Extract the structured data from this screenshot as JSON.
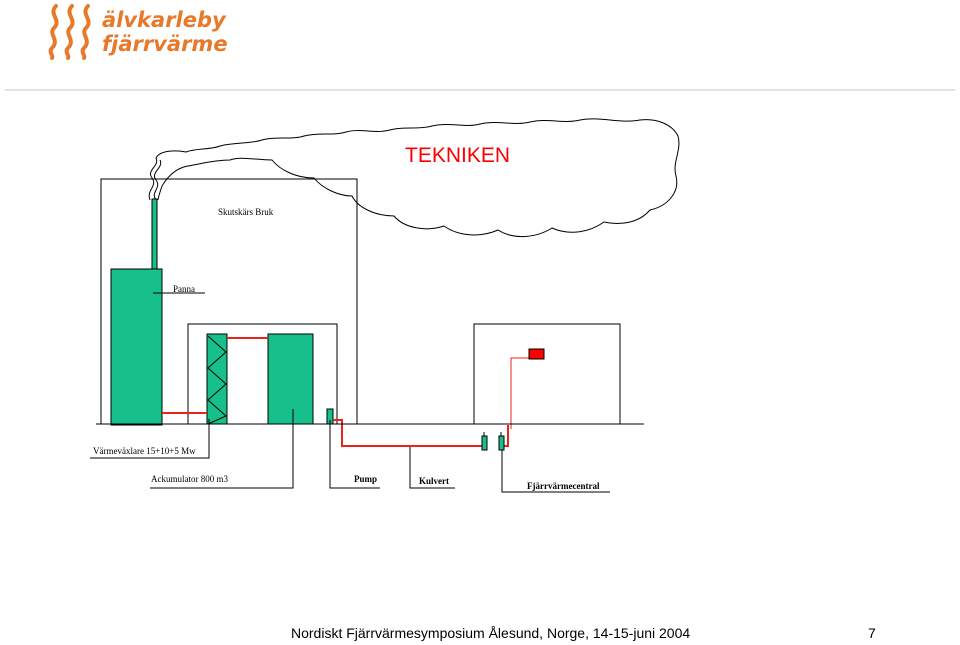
{
  "logo": {
    "line1": "älvkarleby",
    "line2": "fjärrvärme",
    "color": "#e8782a",
    "icon": "flame-waves-icon"
  },
  "title": "TEKNIKEN",
  "labels": {
    "mill": "Skutskärs Bruk",
    "boiler": "Panna",
    "heat_exchanger": "Värmeväxlare 15+10+5 Mw",
    "accumulator": "Ackumulator 800 m3",
    "pump": "Pump",
    "pipe": "Kulvert",
    "district_central": "Fjärrvärmecentral"
  },
  "footer": {
    "text": "Nordiskt Fjärrvärmesymposium Ålesund, Norge, 14-15-juni 2004",
    "page": "7"
  },
  "colors": {
    "equipment": "#17c08a",
    "pipe": "#e8221c",
    "outline": "#000000"
  }
}
